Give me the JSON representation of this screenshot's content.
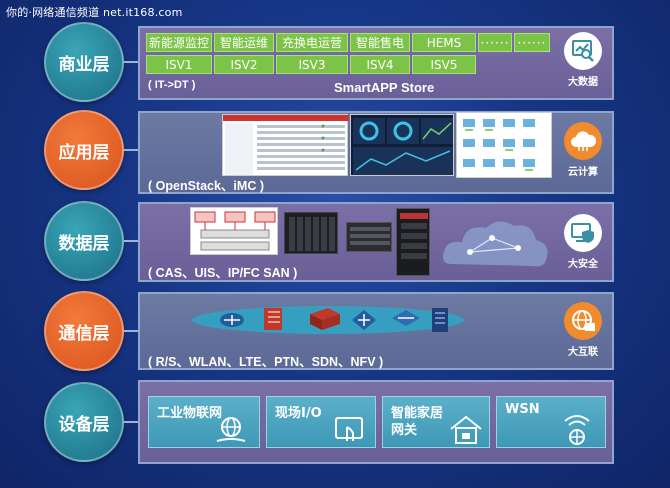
{
  "watermark": "你的·网络通信频道 net.it168.com",
  "layers": [
    {
      "name": "商业层",
      "side": "大数据"
    },
    {
      "name": "应用层",
      "side": "云计算"
    },
    {
      "name": "数据层",
      "side": "大安全"
    },
    {
      "name": "通信层",
      "side": "大互联"
    },
    {
      "name": "设备层"
    }
  ],
  "commerce": {
    "row1": [
      "新能源监控",
      "智能运维",
      "充换电运营",
      "智能售电",
      "HEMS",
      "······",
      "······"
    ],
    "row2": [
      "ISV1",
      "ISV2",
      "ISV3",
      "ISV4",
      "ISV5"
    ],
    "note": "( IT->DT )",
    "store": "SmartAPP Store"
  },
  "application": {
    "note": "( OpenStack、iMC )"
  },
  "data": {
    "note": "( CAS、UIS、IP/FC SAN )"
  },
  "network": {
    "note": "( R/S、WLAN、LTE、PTN、SDN、NFV )"
  },
  "devices": [
    {
      "line1": "工业物联网",
      "line2": ""
    },
    {
      "line1": "现场I/O",
      "line2": ""
    },
    {
      "line1": "智能家居",
      "line2": "网关"
    },
    {
      "line1": "WSN",
      "line2": ""
    }
  ],
  "colors": {
    "teal": "#1b6d86",
    "orange": "#d9531e",
    "green": "#7cc448",
    "band_purple": "#6a5f98",
    "band_slate": "#5d6996",
    "icon_orange": "#f28a2e"
  },
  "icons": [
    "search-chart-icon",
    "cloud-icon",
    "shield-icon",
    "router-icon",
    "firewall-icon",
    "switch-icon",
    "server-icon",
    "globe-hand-icon",
    "touch-screen-icon",
    "house-icon",
    "wifi-globe-icon"
  ]
}
